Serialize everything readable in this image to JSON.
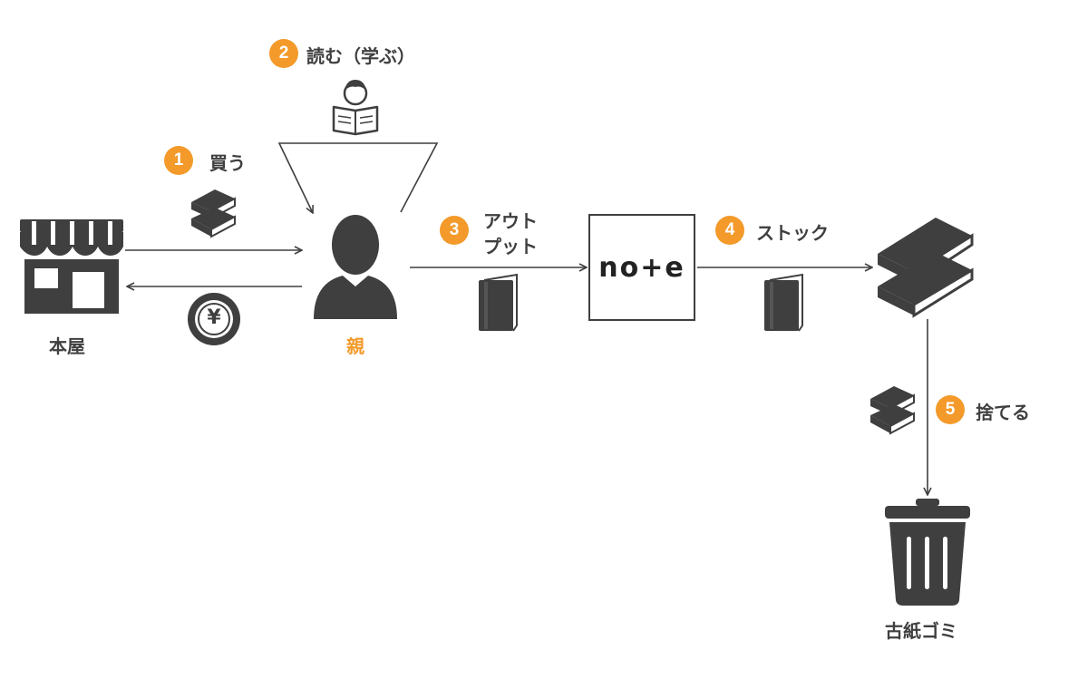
{
  "colors": {
    "accent": "#f39a2b",
    "icon": "#3f3f3f",
    "line": "#3f3f3f"
  },
  "nodes": {
    "bookstore": {
      "label": "本屋",
      "icon": "store-icon"
    },
    "parent": {
      "label": "親",
      "icon": "person-icon"
    },
    "note": {
      "label": "no+e",
      "icon": "note-logo"
    },
    "stock": {
      "icon": "book-stack-icon"
    },
    "trash": {
      "label": "古紙ゴミ",
      "icon": "trash-can-icon"
    }
  },
  "steps": [
    {
      "number": "1",
      "label": "買う"
    },
    {
      "number": "2",
      "label": "読む（学ぶ）"
    },
    {
      "number": "3",
      "label_line1": "アウト",
      "label_line2": "プット"
    },
    {
      "number": "4",
      "label": "ストック"
    },
    {
      "number": "5",
      "label": "捨てる"
    }
  ],
  "decorations": {
    "coin": {
      "icon": "yen-coin-icon",
      "symbol": "¥"
    },
    "reader": {
      "icon": "reading-person-icon"
    },
    "books_small": {
      "icon": "books-pair-icon"
    },
    "book_single": {
      "icon": "book-icon"
    }
  }
}
